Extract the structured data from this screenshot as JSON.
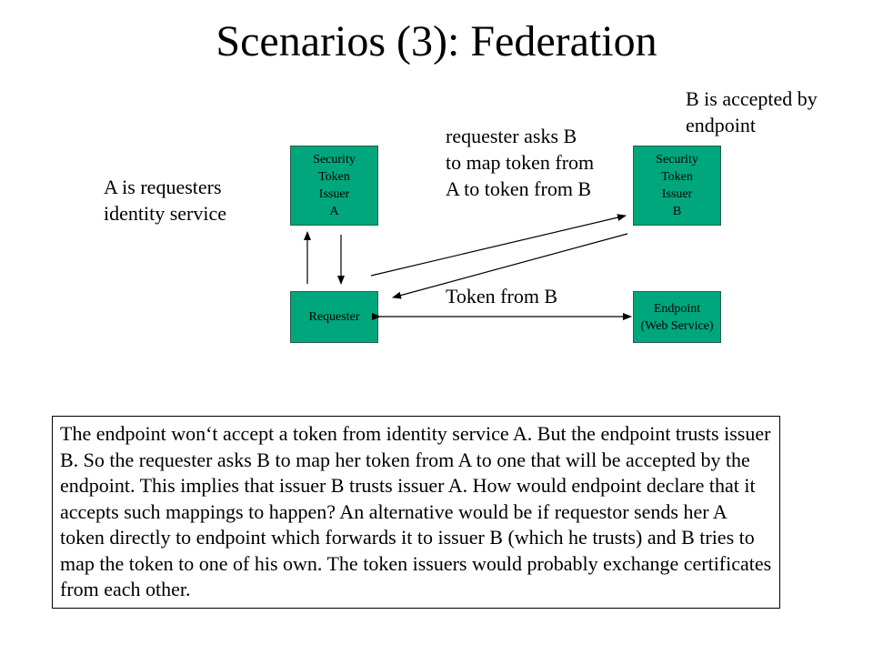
{
  "title": "Scenarios (3): Federation",
  "labels": {
    "a_identity": "A is requesters\nidentity service",
    "map_request": "requester asks B\nto map token from\nA to token from B",
    "b_accepted": "B is accepted by\nendpoint",
    "token_from_b": "Token from B"
  },
  "boxes": {
    "issuer_a": "Security\nToken\nIssuer\nA",
    "issuer_b": "Security\nToken\nIssuer\nB",
    "requester": "Requester",
    "endpoint": "Endpoint\n(Web Service)"
  },
  "note": "The endpoint won‘t accept a token from identity service A. But the endpoint trusts issuer B. So the requester asks B to map her  token from A to one that will be accepted by the endpoint. This implies that issuer B trusts issuer A. How would endpoint declare that it accepts such mappings to happen? An alternative would be if requestor sends her A token directly to endpoint which forwards it to issuer B (which he trusts) and B tries to map the token to one of his own. The token issuers would probably exchange certificates from each other.",
  "colors": {
    "box_fill": "#00a67c",
    "box_border": "#2e5c4c"
  }
}
